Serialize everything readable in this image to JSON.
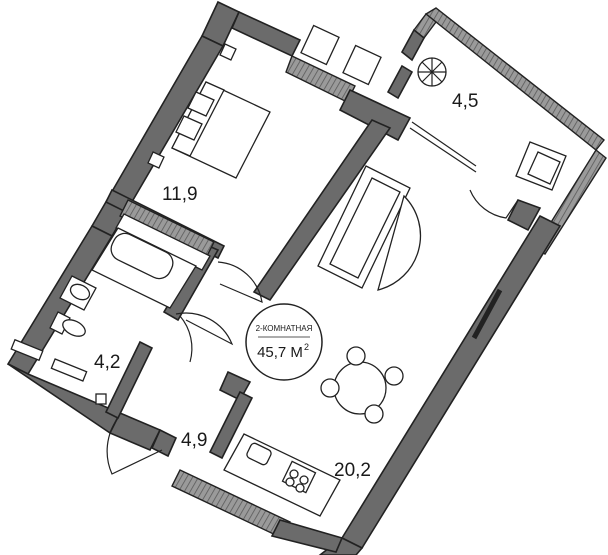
{
  "plan": {
    "rooms": [
      {
        "id": "bedroom",
        "area": "11,9"
      },
      {
        "id": "balcony",
        "area": "4,5"
      },
      {
        "id": "bathroom",
        "area": "4,2"
      },
      {
        "id": "hallway",
        "area": "4,9"
      },
      {
        "id": "living-kitchen",
        "area": "20,2"
      }
    ],
    "badge": {
      "type": "2-КОМНАТНАЯ",
      "area_value": "45,7 М",
      "area_sup": "2"
    }
  }
}
